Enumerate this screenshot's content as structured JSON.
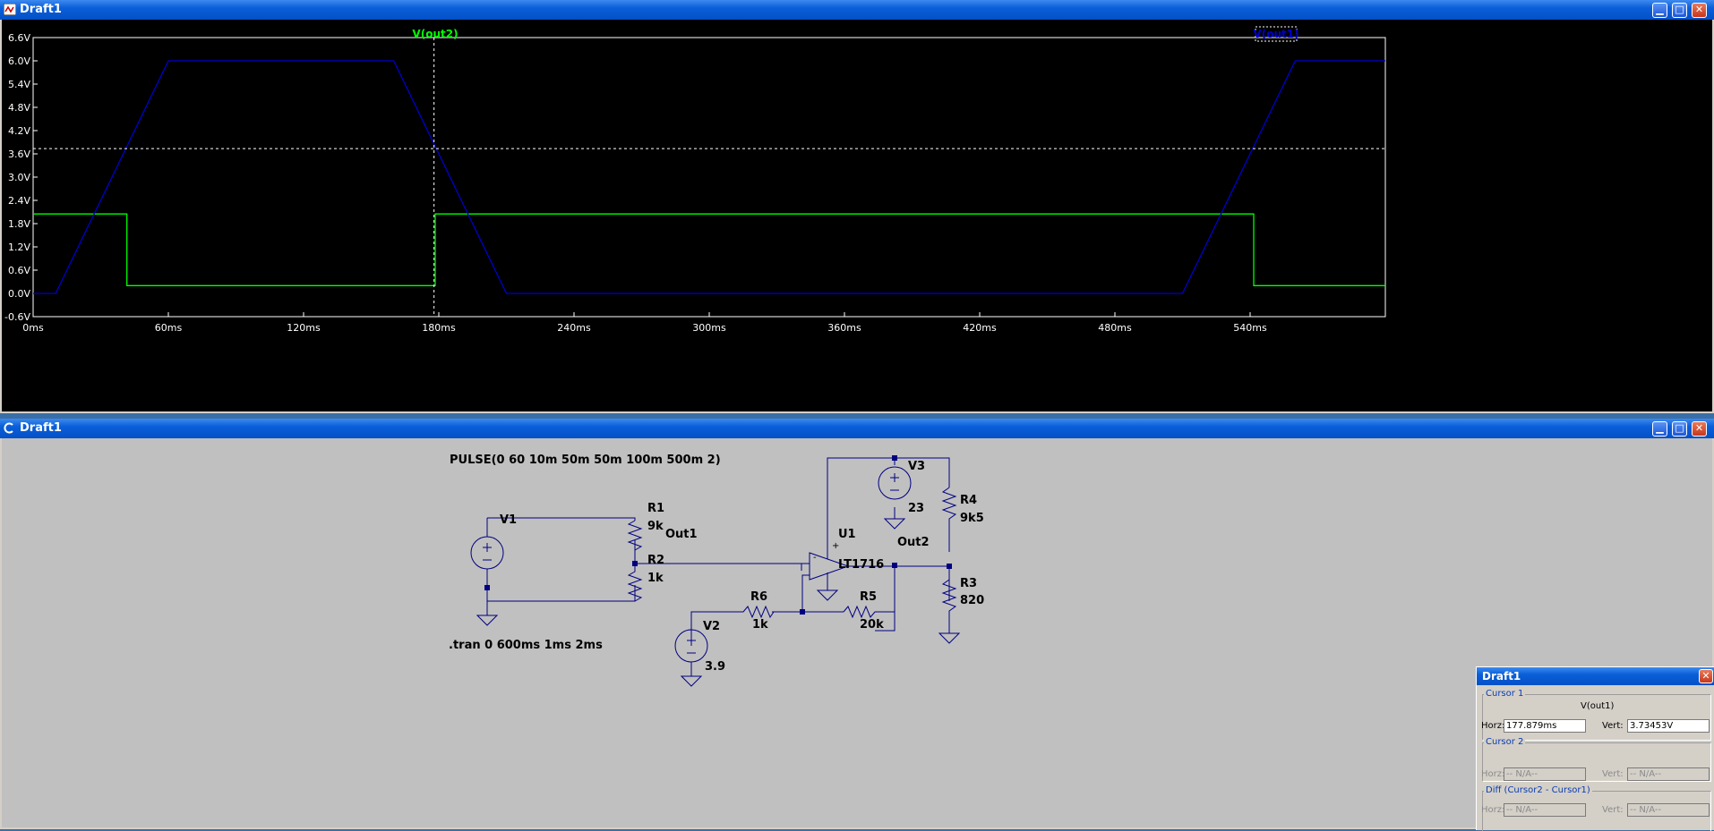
{
  "plot_window": {
    "title": "Draft1",
    "traces": [
      {
        "name": "V(out2)",
        "color": "#00ff00"
      },
      {
        "name": "V(out1)",
        "color": "#0000cc"
      }
    ],
    "y_ticks": [
      "6.6V",
      "6.0V",
      "5.4V",
      "4.8V",
      "4.2V",
      "3.6V",
      "3.0V",
      "2.4V",
      "1.8V",
      "1.2V",
      "0.6V",
      "0.0V",
      "-0.6V"
    ],
    "x_ticks": [
      "0ms",
      "60ms",
      "120ms",
      "180ms",
      "240ms",
      "300ms",
      "360ms",
      "420ms",
      "480ms",
      "540ms"
    ]
  },
  "chart_data": {
    "type": "line",
    "xlabel": "",
    "ylabel": "",
    "xlim": [
      0,
      600
    ],
    "ylim": [
      -0.6,
      6.6
    ],
    "grid": false,
    "x_unit": "ms",
    "y_unit": "V",
    "series": [
      {
        "name": "V(out1)",
        "color": "#0000cc",
        "points": [
          [
            0,
            0
          ],
          [
            10,
            0
          ],
          [
            60,
            6
          ],
          [
            160,
            6
          ],
          [
            210,
            0
          ],
          [
            510,
            0
          ],
          [
            560,
            6
          ],
          [
            600,
            6
          ]
        ]
      },
      {
        "name": "V(out2)",
        "color": "#00ff00",
        "points": [
          [
            0,
            2.05
          ],
          [
            41.6,
            2.05
          ],
          [
            41.6,
            0.2
          ],
          [
            178.4,
            0.2
          ],
          [
            178.4,
            2.05
          ],
          [
            541.6,
            2.05
          ],
          [
            541.6,
            0.2
          ],
          [
            600,
            0.2
          ]
        ]
      }
    ],
    "cursor": {
      "x": 177.879,
      "y": 3.73453
    }
  },
  "schematic_window": {
    "title": "Draft1",
    "pulse_directive": "PULSE(0 60 10m 50m 50m 100m 500m 2)",
    "tran_directive": ".tran 0 600ms 1ms 2ms",
    "components": {
      "v1": {
        "name": "V1"
      },
      "v2": {
        "name": "V2",
        "value": "3.9"
      },
      "v3": {
        "name": "V3",
        "value": "23"
      },
      "r1": {
        "name": "R1",
        "value": "9k"
      },
      "r2": {
        "name": "R2",
        "value": "1k"
      },
      "r3": {
        "name": "R3",
        "value": "820"
      },
      "r4": {
        "name": "R4",
        "value": "9k5"
      },
      "r5": {
        "name": "R5",
        "value": "20k"
      },
      "r6": {
        "name": "R6",
        "value": "1k"
      },
      "u1": {
        "name": "U1",
        "value": "LT1716"
      }
    },
    "nets": {
      "out1": "Out1",
      "out2": "Out2"
    }
  },
  "cursor_window": {
    "title": "Draft1",
    "cursor1": {
      "label": "Cursor 1",
      "trace": "V(out1)",
      "horz_label": "Horz:",
      "horz": "177.879ms",
      "vert_label": "Vert:",
      "vert": "3.73453V"
    },
    "cursor2": {
      "label": "Cursor 2",
      "horz_label": "Horz:",
      "horz": "-- N/A--",
      "vert_label": "Vert:",
      "vert": "-- N/A--"
    },
    "diff": {
      "label": "Diff (Cursor2 - Cursor1)",
      "horz_label": "Horz:",
      "horz": "-- N/A--",
      "vert_label": "Vert:",
      "vert": "-- N/A--"
    }
  }
}
